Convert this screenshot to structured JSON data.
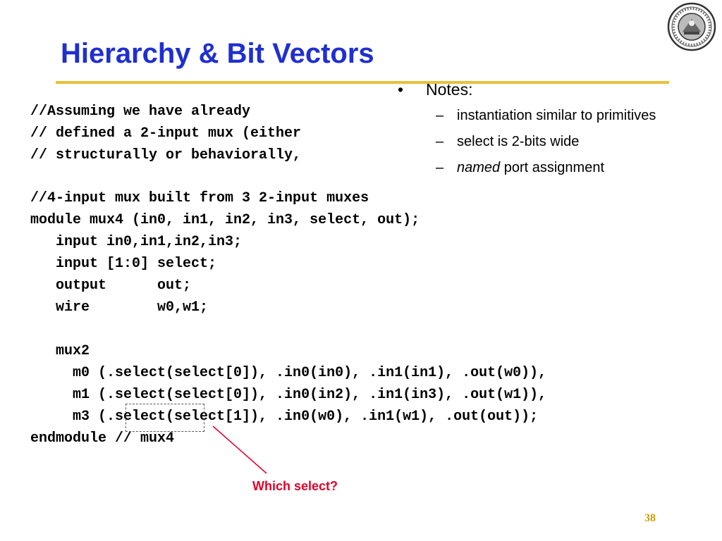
{
  "slide": {
    "title": "Hierarchy & Bit Vectors",
    "page_number": "38",
    "colors": {
      "title": "#1f2fd0",
      "rule": "#e6c23a",
      "callout": "#e0002a",
      "page_number": "#c8a000"
    }
  },
  "logo": {
    "icon": "university-seal-icon"
  },
  "comment_block": [
    "//Assuming we have already",
    "// defined a 2-input mux (either",
    "// structurally or behaviorally,"
  ],
  "module_code": [
    "//4-input mux built from 3 2-input muxes",
    "module mux4 (in0, in1, in2, in3, select, out);",
    "   input in0,in1,in2,in3;",
    "   input [1:0] select;",
    "   output      out;",
    "   wire        w0,w1;",
    "",
    "   mux2",
    "     m0 (.select(select[0]), .in0(in0), .in1(in1), .out(w0)),",
    "     m1 (.select(select[0]), .in0(in2), .in1(in3), .out(w1)),",
    "     m3 (.select(select[1]), .in0(w0), .in1(w1), .out(out));",
    "endmodule // mux4"
  ],
  "notes": {
    "bullet": "•",
    "heading": "Notes:",
    "dash": "–",
    "items": [
      {
        "text": "instantiation similar to primitives"
      },
      {
        "text": "select is 2-bits wide"
      },
      {
        "italic": "named",
        "text": " port assignment"
      }
    ]
  },
  "callout": {
    "label": "Which select?"
  }
}
